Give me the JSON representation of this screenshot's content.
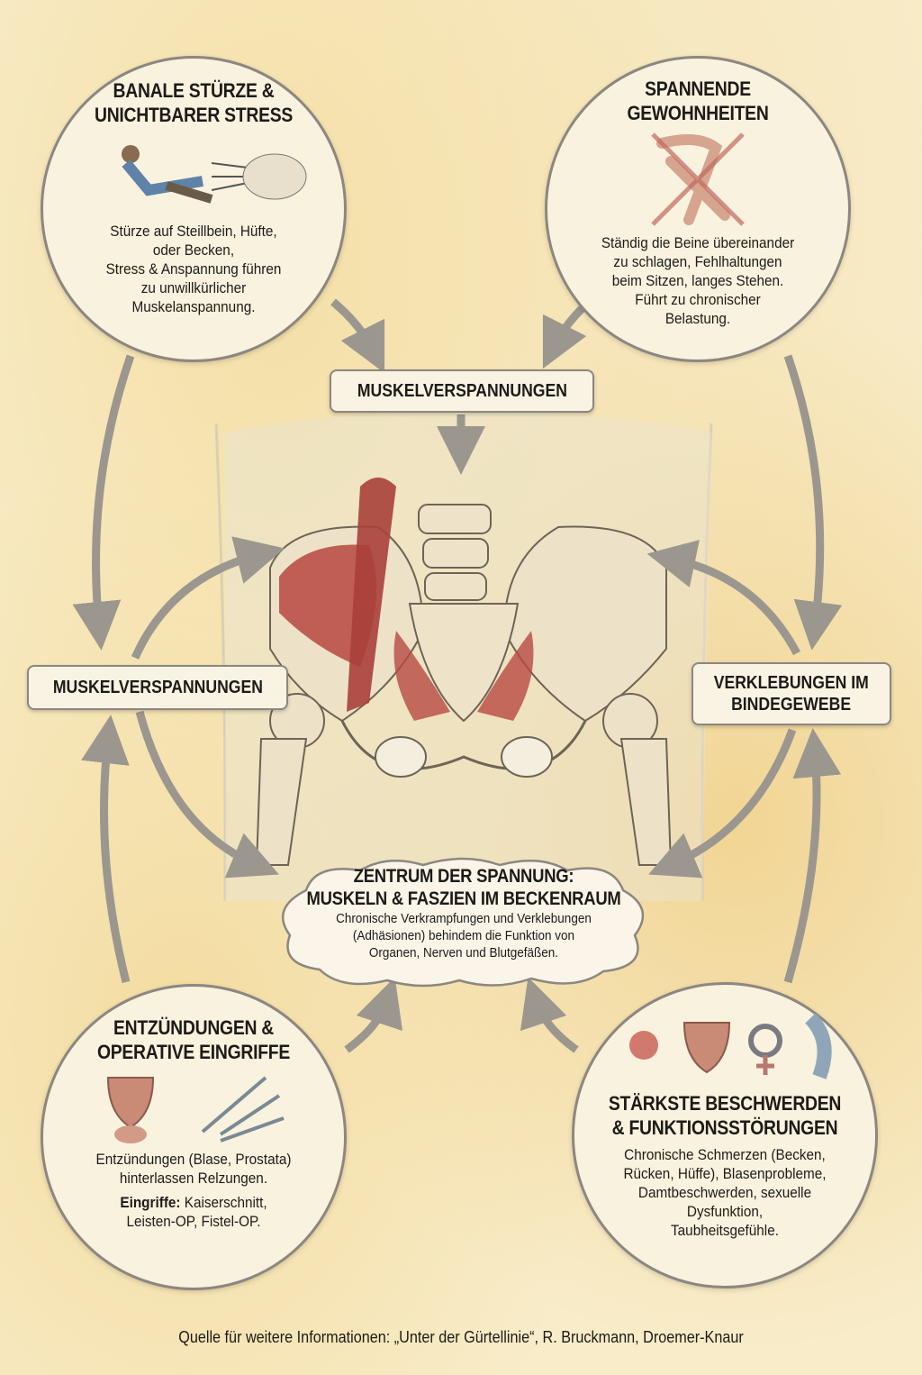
{
  "top_left": {
    "title1": "BANALE STÜRZE &",
    "title2": "UNICHTBARER STRESS",
    "lines": [
      "Stürze auf Steillbein, Hüfte,",
      "oder Becken,",
      "Stress & Anspannung führen",
      "zu unwillkürlicher",
      "Muskelanspannung."
    ]
  },
  "top_right": {
    "title1": "SPANNENDE",
    "title2": "GEWOHNHEITEN",
    "lines": [
      "Ständig die Beine übereinander",
      "zu schlagen, Fehlhaltungen",
      "beim Sitzen, langes Stehen.",
      "Führt zu chronischer",
      "Belastung."
    ]
  },
  "box_top": "MUSKELVERSPANNUNGEN",
  "box_left": "MUSKELVERSPANNUNGEN",
  "box_right": {
    "line1": "VERKLEBUNGEN IM",
    "line2": "BINDEGEWEBE"
  },
  "center": {
    "title1": "ZENTRUM DER SPANNUNG:",
    "title2": "MUSKELN & FASZIEN IM BECKENRAUM",
    "lines": [
      "Chronische Verkrampfungen und Verklebungen",
      "(Adhäsionen) behindem die Funktion von",
      "Organen, Nerven und Blutgefäßen."
    ]
  },
  "bottom_left": {
    "title1": "ENTZÜNDUNGEN &",
    "title2": "OPERATIVE EINGRIFFE",
    "lines": [
      "Entzündungen (Blase, Prostata)",
      "hinterlassen Relzungen."
    ],
    "bold": "Eingriffe:",
    "rest": " Kaiserschnitt,",
    "last": "Leisten-OP, Fistel-OP."
  },
  "bottom_right": {
    "title1": "STÄRKSTE BESCHWERDEN",
    "title2": "& FUNKTIONSSTÖRUNGEN",
    "lines": [
      "Chronische Schmerzen (Becken,",
      "Rücken, Hüffe), Blasenprobleme,",
      "Damtbeschwerden, sexuelle",
      "Dysfunktion,",
      "Taubheitsgefühle."
    ]
  },
  "footer": "Quelle für weitere Informationen: „Unter der Gürtellinie“, R. Bruckmann, Droemer-Knaur",
  "colors": {
    "arrow": "#9b978f",
    "border": "#8c8780",
    "muscle": "#b84a42",
    "bone": "#ece0c6"
  }
}
